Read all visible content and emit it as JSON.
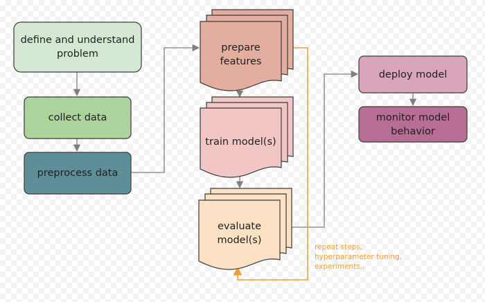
{
  "colors": {
    "define": "#d5e8d4",
    "collect": "#acd39c",
    "preprocess": "#5e8f99",
    "prepare": "#e3ad9f",
    "train": "#f2c6c5",
    "evaluate": "#fde1c5",
    "deploy": "#d8a5bd",
    "monitor": "#b86d94",
    "stroke": "#3a3a3a",
    "connector": "#7f7f7f",
    "loop": "#f0a035"
  },
  "nodes": {
    "define": "define and understand\nproblem",
    "collect": "collect data",
    "preprocess": "preprocess data",
    "prepare": "prepare\nfeatures",
    "train": "train model(s)",
    "evaluate": "evaluate\nmodel(s)",
    "deploy": "deploy model",
    "monitor": "monitor model\nbehavior"
  },
  "loop_note": "repeat steps,\nhyperparameter tuning,\nexperiments.."
}
